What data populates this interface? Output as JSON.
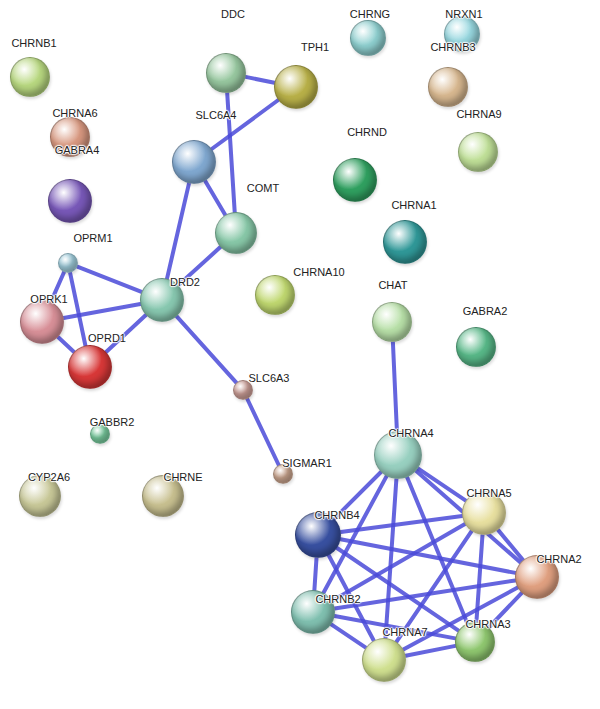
{
  "diagram": {
    "nodes": [
      {
        "text": [
          "CHRNG"
        ]
      },
      {
        "text": [
          "NRXN1"
        ]
      },
      {
        "text": [
          "CHRNB1"
        ]
      },
      {
        "text": [
          "DDC"
        ]
      },
      {
        "text": [
          "TPH1"
        ]
      },
      {
        "text": [
          "CHRNB3"
        ]
      },
      {
        "text": [
          "CHRNA6"
        ]
      },
      {
        "text": [
          "CHRNA9"
        ]
      },
      {
        "text": [
          "SLC6A4"
        ]
      },
      {
        "text": [
          "CHRND"
        ]
      },
      {
        "text": [
          "GABRA4"
        ]
      },
      {
        "text": [
          "COMT"
        ]
      },
      {
        "text": [
          "CHRNA1"
        ]
      },
      {
        "text": [
          "OPRM1"
        ]
      },
      {
        "text": [
          "CHRNA10"
        ]
      },
      {
        "text": [
          "OPRK1"
        ]
      },
      {
        "text": [
          "DRD2"
        ]
      },
      {
        "text": [
          "CHAT"
        ]
      },
      {
        "text": [
          "GABRA2"
        ]
      },
      {
        "text": [
          "OPRD1"
        ]
      },
      {
        "text": [
          "SLC6A3"
        ]
      },
      {
        "text": [
          "GABBR2"
        ]
      },
      {
        "text": [
          "CHRNA4"
        ]
      },
      {
        "text": [
          "SIGMAR1"
        ]
      },
      {
        "text": [
          "CYP2A6"
        ]
      },
      {
        "text": [
          "CHRNE"
        ]
      },
      {
        "text": [
          "CHRNA5"
        ]
      },
      {
        "text": [
          "CHRNB4"
        ]
      },
      {
        "text": [
          "CHRNA2"
        ]
      },
      {
        "text": [
          "CHRNB2"
        ]
      },
      {
        "text": [
          "CHRNA3"
        ]
      },
      {
        "text": [
          "CHRNA7"
        ]
      }
    ],
    "edges": [
      {
        "from": 3,
        "to": 4,
        "arrow": "none"
      },
      {
        "from": 3,
        "to": 11,
        "arrow": "none"
      },
      {
        "from": 4,
        "to": 8,
        "arrow": "none"
      },
      {
        "from": 8,
        "to": 11,
        "arrow": "none"
      },
      {
        "from": 8,
        "to": 16,
        "arrow": "none"
      },
      {
        "from": 11,
        "to": 16,
        "arrow": "none"
      },
      {
        "from": 13,
        "to": 16,
        "arrow": "none"
      },
      {
        "from": 15,
        "to": 16,
        "arrow": "none"
      },
      {
        "from": 19,
        "to": 16,
        "arrow": "none"
      },
      {
        "from": 13,
        "to": 15,
        "arrow": "none"
      },
      {
        "from": 13,
        "to": 19,
        "arrow": "none"
      },
      {
        "from": 15,
        "to": 19,
        "arrow": "none"
      },
      {
        "from": 16,
        "to": 20,
        "arrow": "none"
      },
      {
        "from": 20,
        "to": 23,
        "arrow": "none"
      },
      {
        "from": 17,
        "to": 22,
        "arrow": "none"
      },
      {
        "from": 22,
        "to": 26,
        "arrow": "none"
      },
      {
        "from": 22,
        "to": 27,
        "arrow": "none"
      },
      {
        "from": 22,
        "to": 28,
        "arrow": "none"
      },
      {
        "from": 22,
        "to": 29,
        "arrow": "none"
      },
      {
        "from": 22,
        "to": 30,
        "arrow": "none"
      },
      {
        "from": 22,
        "to": 31,
        "arrow": "none"
      },
      {
        "from": 26,
        "to": 27,
        "arrow": "none"
      },
      {
        "from": 26,
        "to": 28,
        "arrow": "none"
      },
      {
        "from": 26,
        "to": 29,
        "arrow": "none"
      },
      {
        "from": 26,
        "to": 30,
        "arrow": "none"
      },
      {
        "from": 26,
        "to": 31,
        "arrow": "none"
      },
      {
        "from": 27,
        "to": 28,
        "arrow": "none"
      },
      {
        "from": 27,
        "to": 29,
        "arrow": "none"
      },
      {
        "from": 27,
        "to": 30,
        "arrow": "none"
      },
      {
        "from": 27,
        "to": 31,
        "arrow": "none"
      },
      {
        "from": 28,
        "to": 29,
        "arrow": "none"
      },
      {
        "from": 28,
        "to": 30,
        "arrow": "none"
      },
      {
        "from": 28,
        "to": 31,
        "arrow": "none"
      },
      {
        "from": 29,
        "to": 30,
        "arrow": "none"
      },
      {
        "from": 29,
        "to": 31,
        "arrow": "none"
      },
      {
        "from": 30,
        "to": 31,
        "arrow": "none"
      }
    ]
  }
}
